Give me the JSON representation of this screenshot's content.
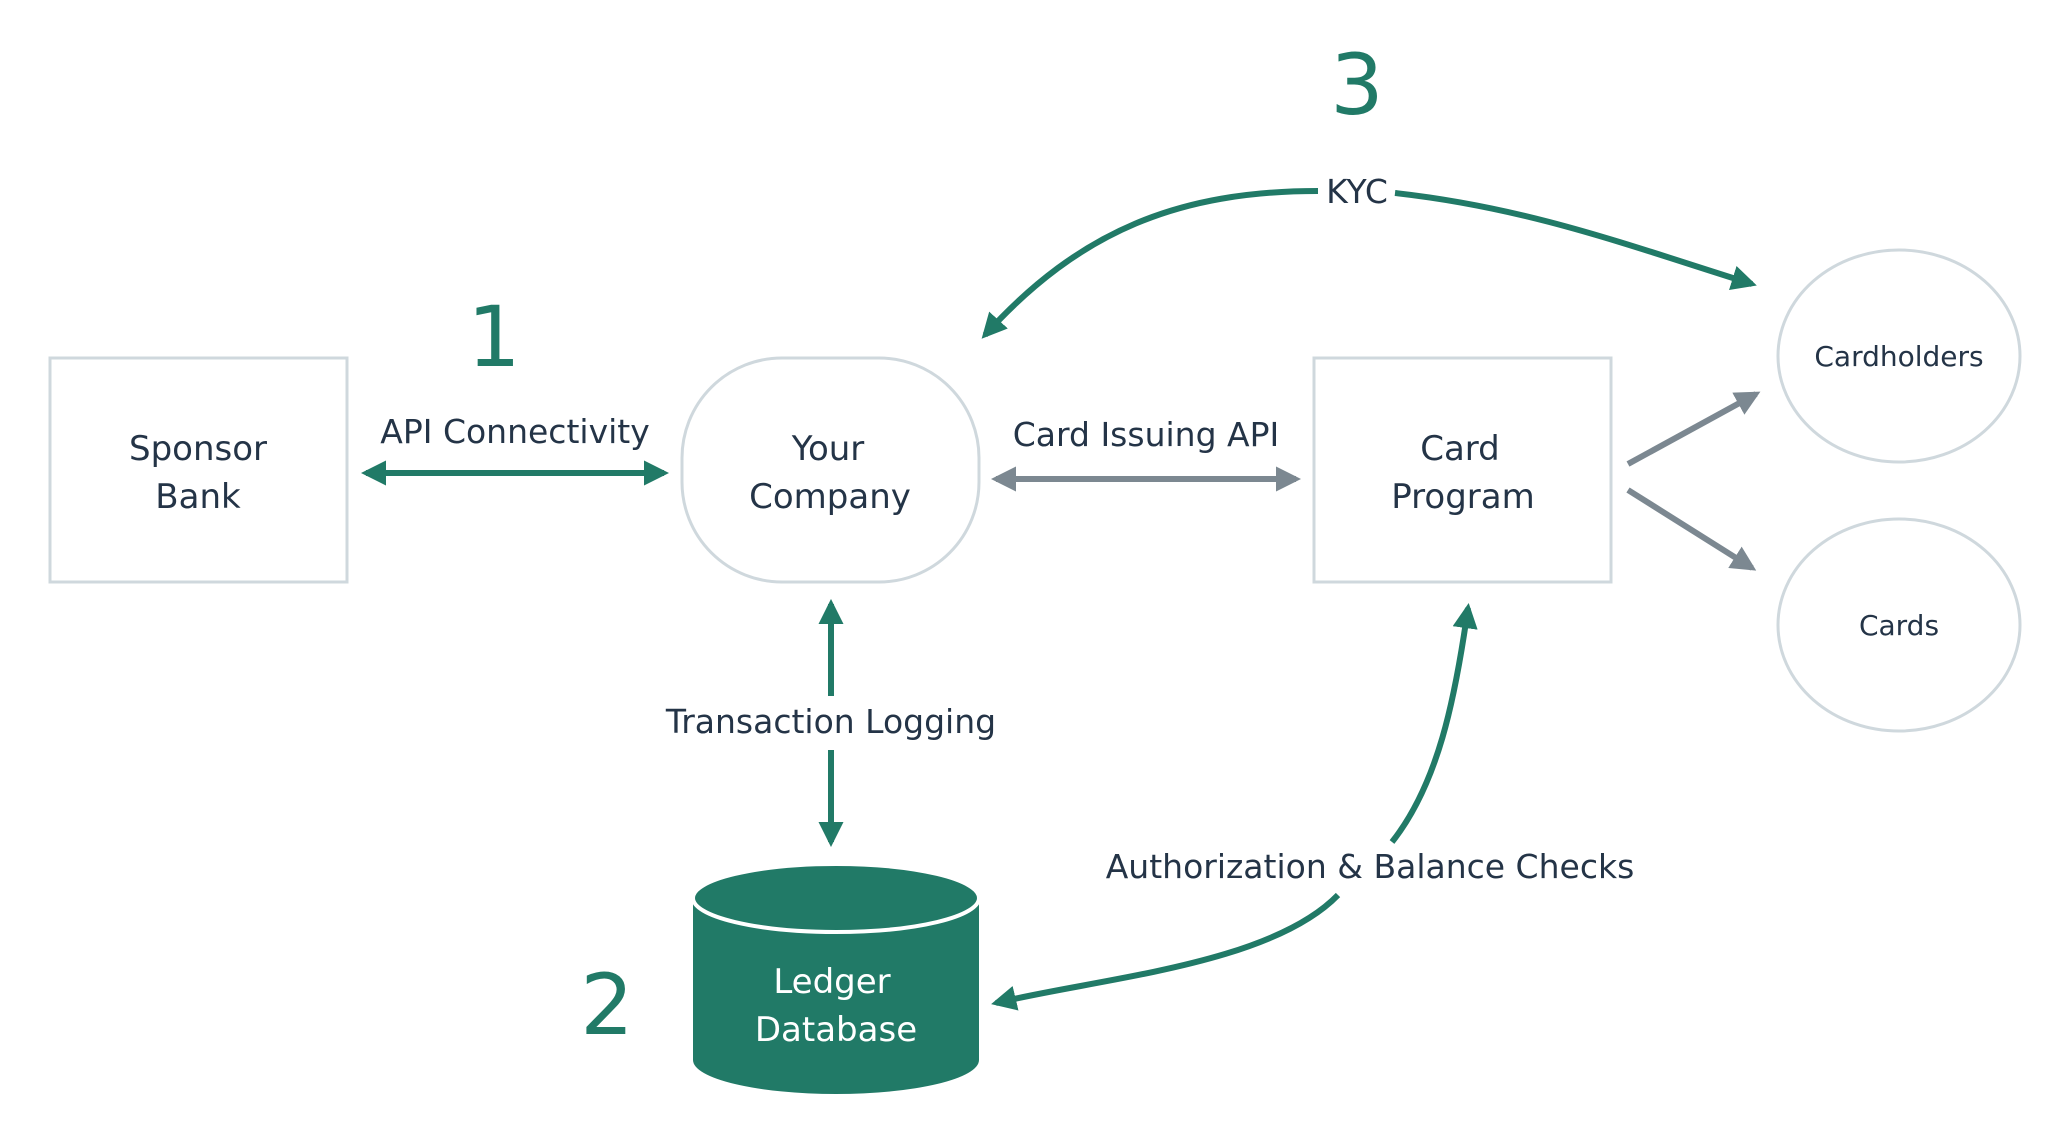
{
  "colors": {
    "accent": "#217a67",
    "neutral_arrow": "#7c8891",
    "node_border": "#cfd8dd",
    "text": "#243447"
  },
  "steps": {
    "one": "1",
    "two": "2",
    "three": "3"
  },
  "nodes": {
    "sponsor_bank": {
      "line1": "Sponsor",
      "line2": "Bank"
    },
    "your_company": {
      "line1": "Your",
      "line2": "Company"
    },
    "card_program": {
      "line1": "Card",
      "line2": "Program"
    },
    "cardholders": {
      "label": "Cardholders"
    },
    "cards": {
      "label": "Cards"
    },
    "ledger_database": {
      "line1": "Ledger",
      "line2": "Database"
    }
  },
  "edges": {
    "api_connectivity": "API Connectivity",
    "card_issuing_api": "Card Issuing API",
    "transaction_logging": "Transaction Logging",
    "kyc": "KYC",
    "authorization_balance_checks": "Authorization & Balance Checks"
  }
}
